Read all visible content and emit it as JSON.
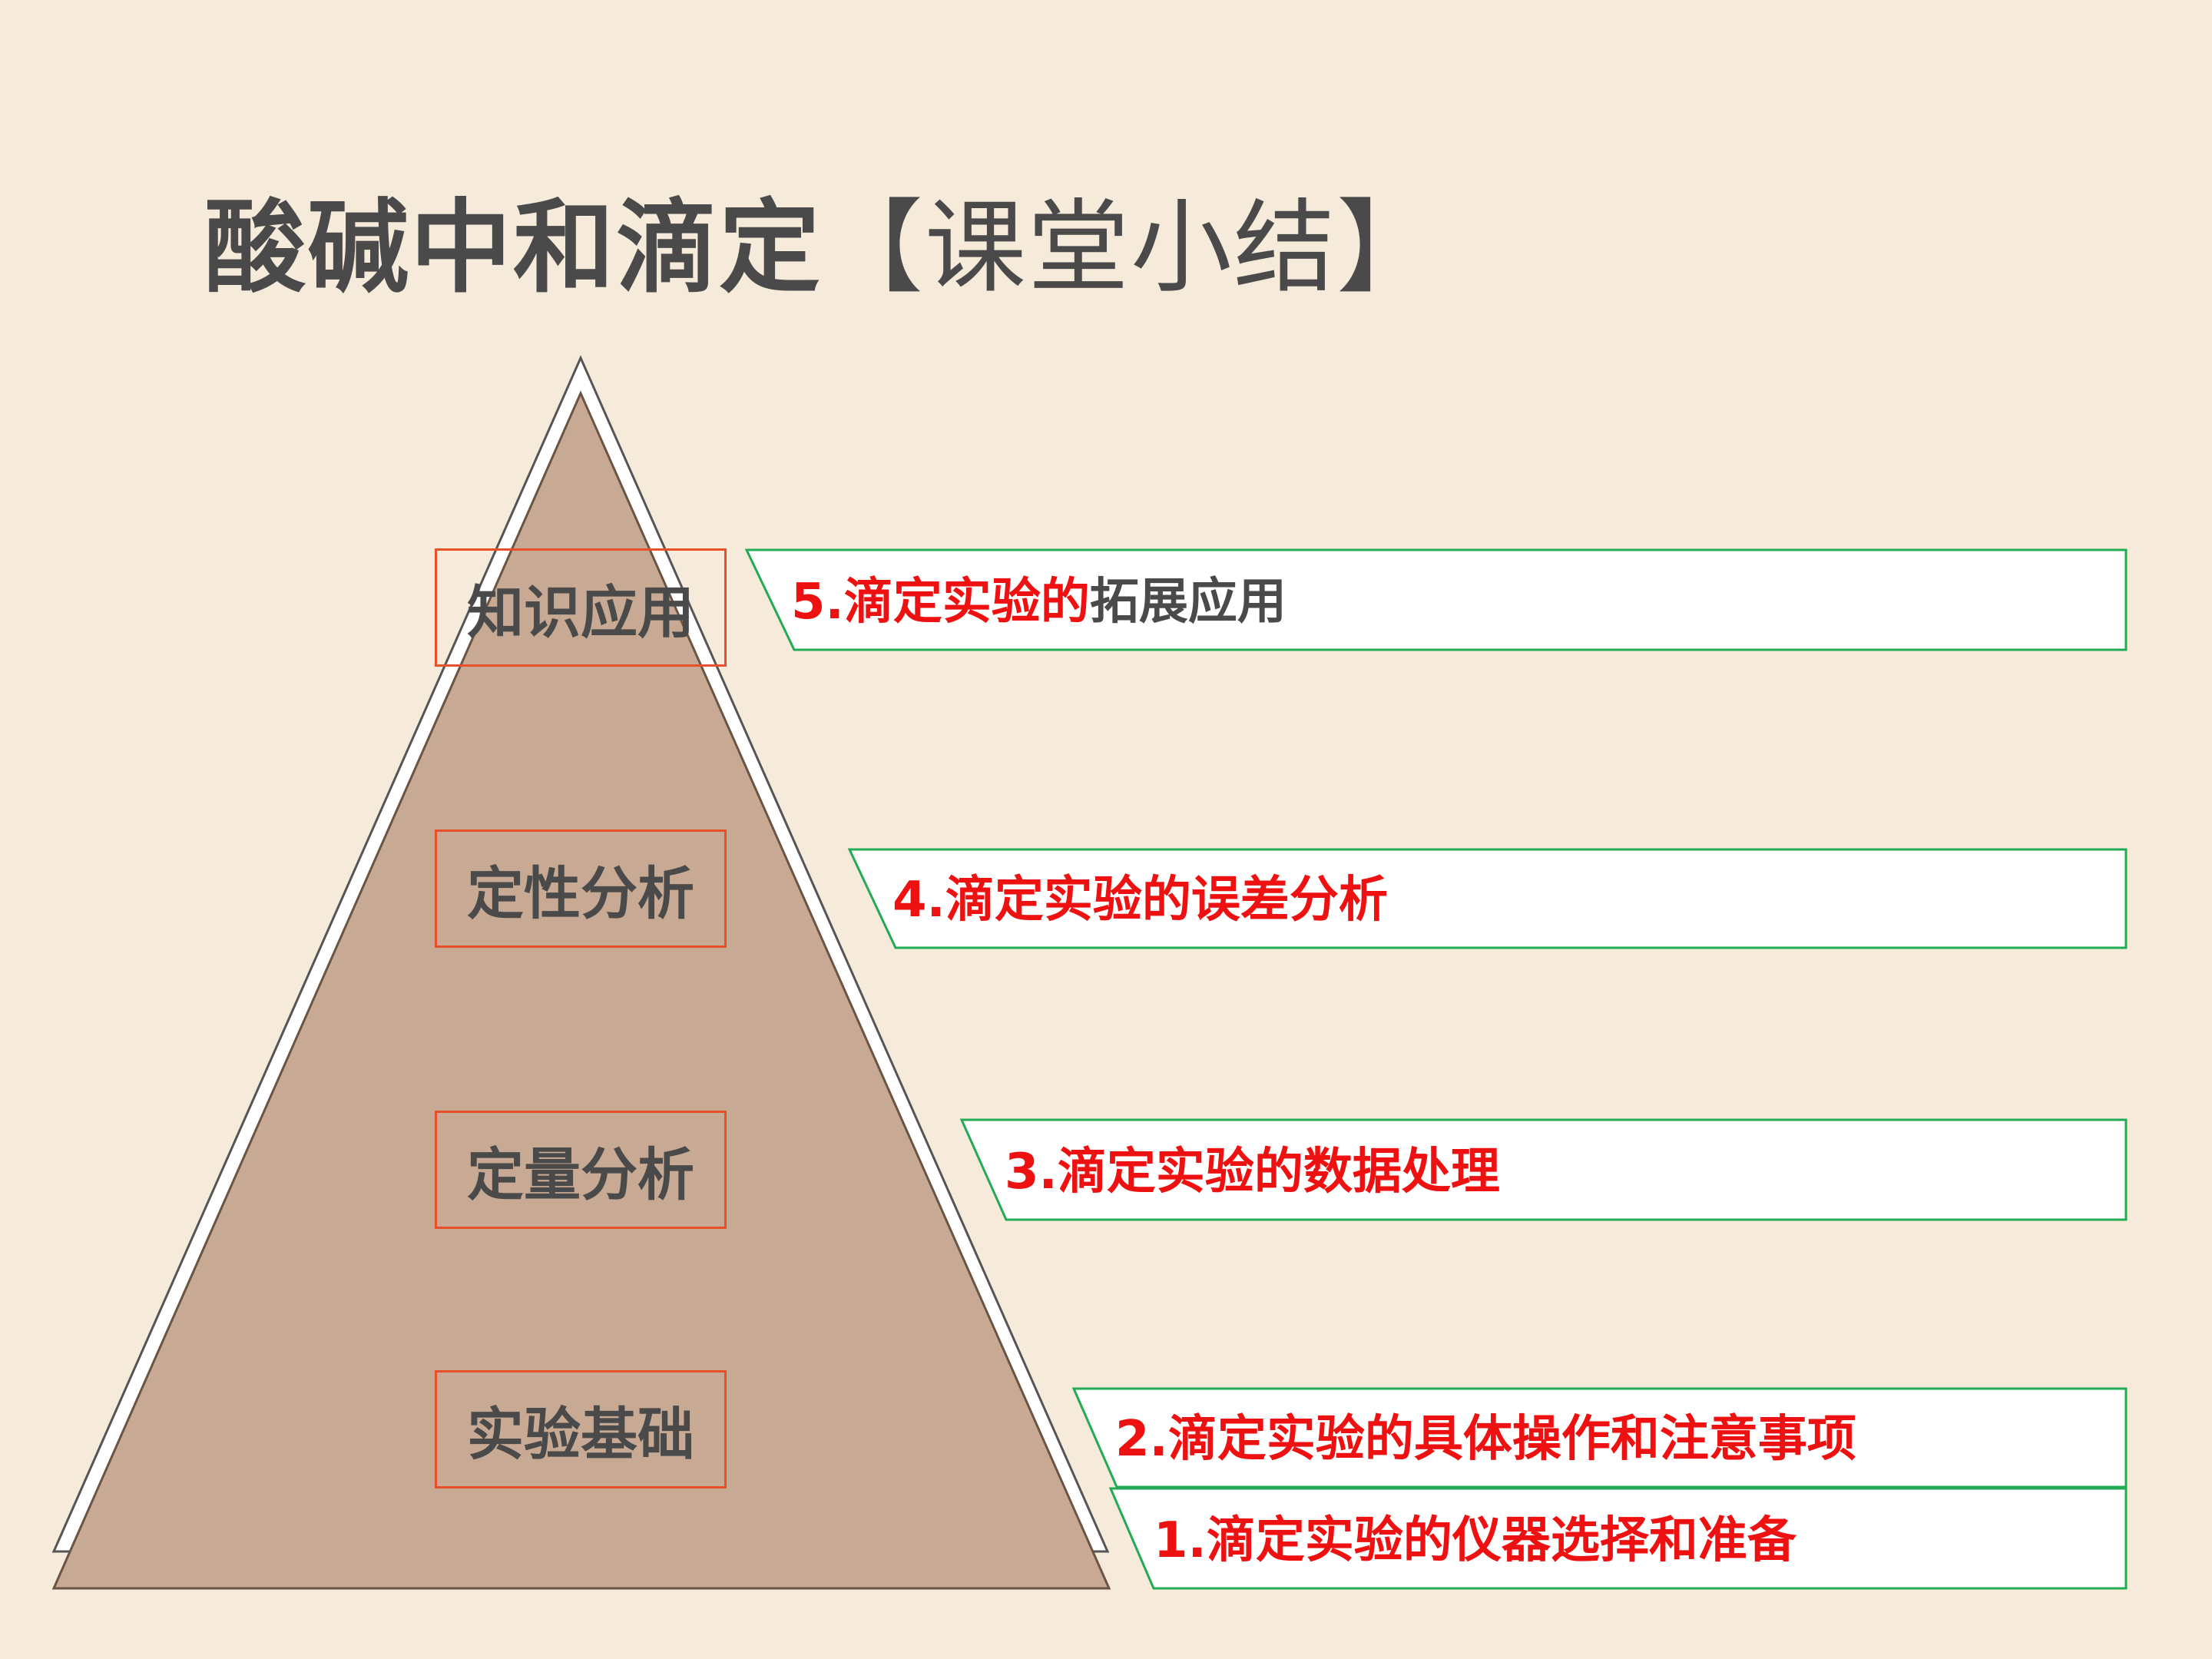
{
  "title": {
    "main": "酸碱中和滴定",
    "bracket": "【课堂小结】"
  },
  "colors": {
    "background": "#f6eadb",
    "pyramid_fill": "#c8aa94",
    "box_border": "#e8502a",
    "banner_border": "#22aa55",
    "red_text": "#ee1111",
    "gray_text": "#4a4a4a"
  },
  "levels": [
    {
      "label": "知识应用"
    },
    {
      "label": "定性分析"
    },
    {
      "label": "定量分析"
    },
    {
      "label": "实验基础"
    }
  ],
  "items": [
    {
      "red": "5.滴定实验的",
      "gray": "拓展应用"
    },
    {
      "red": "4.滴定实验的误差分析",
      "gray": ""
    },
    {
      "red": "3.滴定实验的数据处理",
      "gray": ""
    },
    {
      "red": "2.滴定实验的具体操作和注意事项",
      "gray": ""
    },
    {
      "red": "1.滴定实验的仪器选择和准备",
      "gray": ""
    }
  ]
}
